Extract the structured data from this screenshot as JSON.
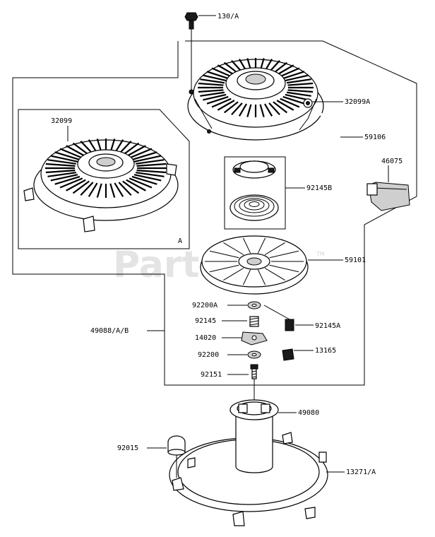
{
  "watermark": {
    "text": "PartsTree",
    "tm": "TM"
  },
  "callouts": {
    "p130A": "130/A",
    "p32099A": "32099A",
    "p32099": "32099",
    "p59106": "59106",
    "p46075": "46075",
    "p92145B": "92145B",
    "p59101": "59101",
    "p92200A": "92200A",
    "p92145": "92145",
    "p92145A": "92145A",
    "p49088AB": "49088/A/B",
    "p14020": "14020",
    "p92200": "92200",
    "p13165": "13165",
    "p92151": "92151",
    "p49080": "49080",
    "p92015": "92015",
    "p13271A": "13271/A"
  },
  "inset": {
    "label": "A"
  }
}
